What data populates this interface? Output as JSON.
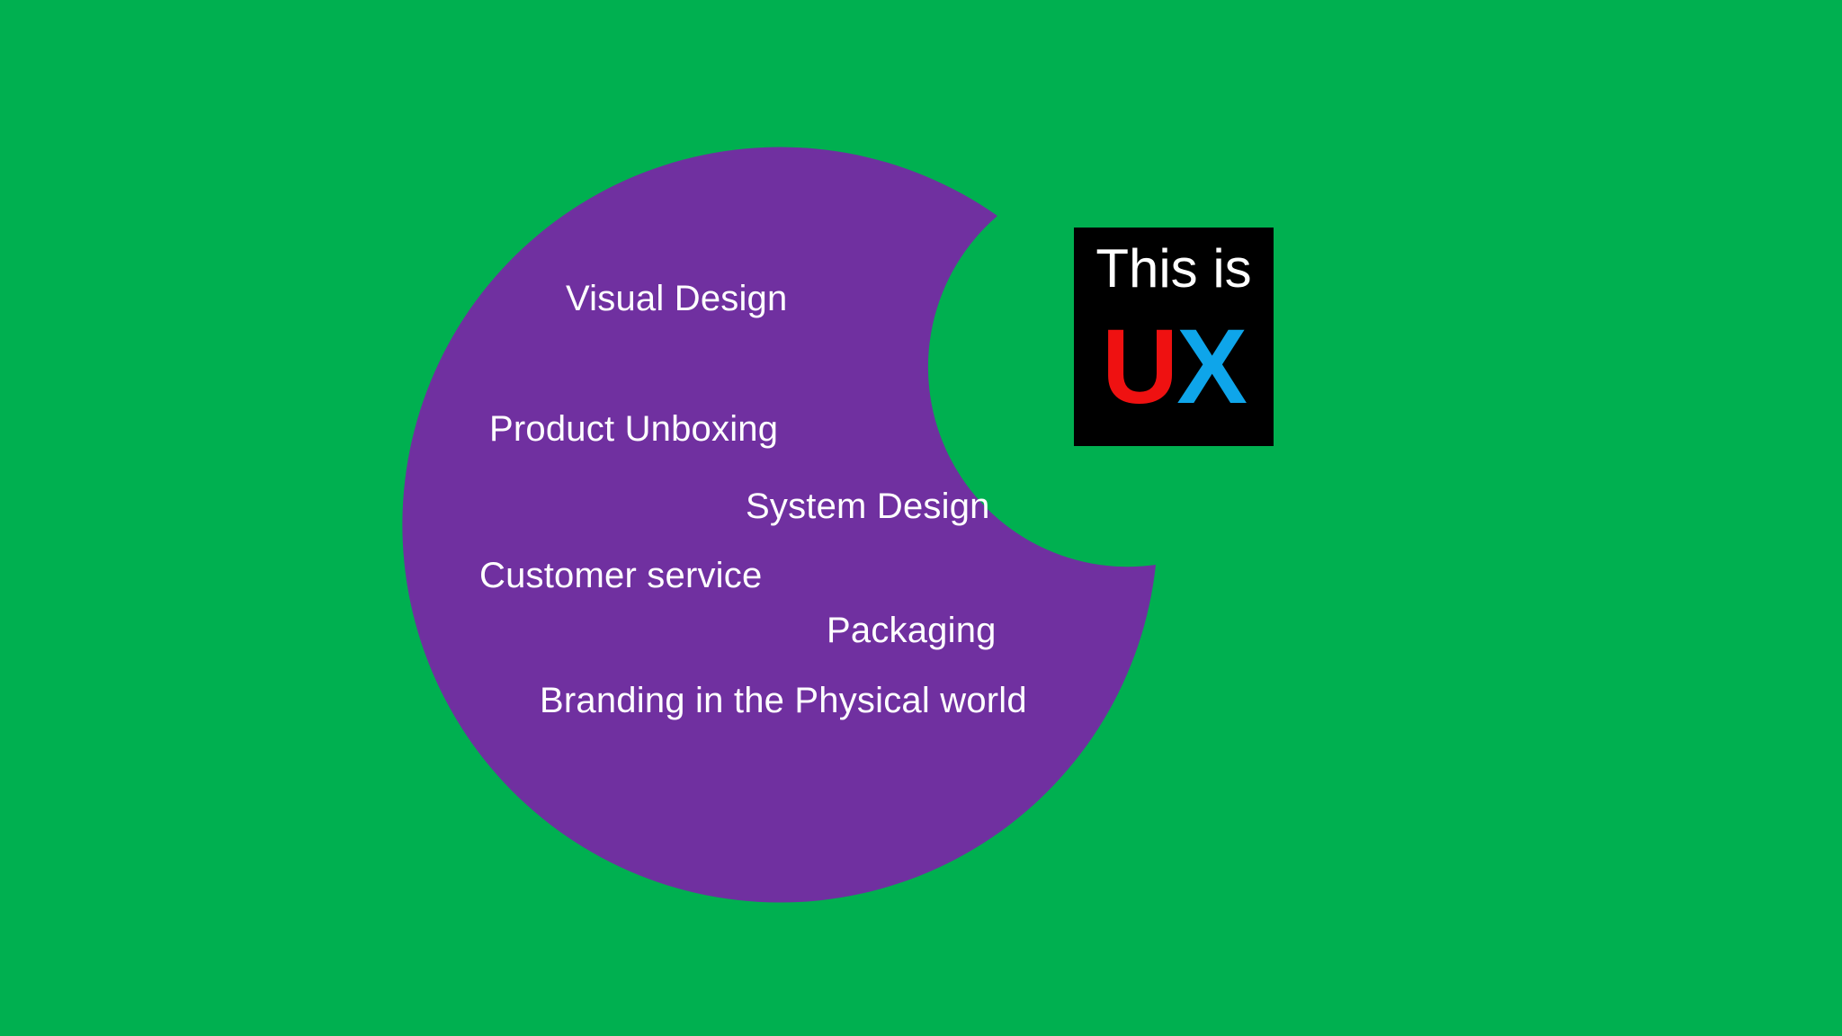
{
  "colors": {
    "background": "#00b050",
    "blob": "#7030a0",
    "text": "#ffffff",
    "badge_background": "#000000",
    "ux_u": "#ef1111",
    "ux_x": "#0ea5ea"
  },
  "items": [
    "Visual Design",
    "Product Unboxing",
    "System Design",
    "Customer service",
    "Packaging",
    "Branding in the Physical world"
  ],
  "badge": {
    "top_text": "This is",
    "ux_u": "U",
    "ux_x": "X"
  }
}
